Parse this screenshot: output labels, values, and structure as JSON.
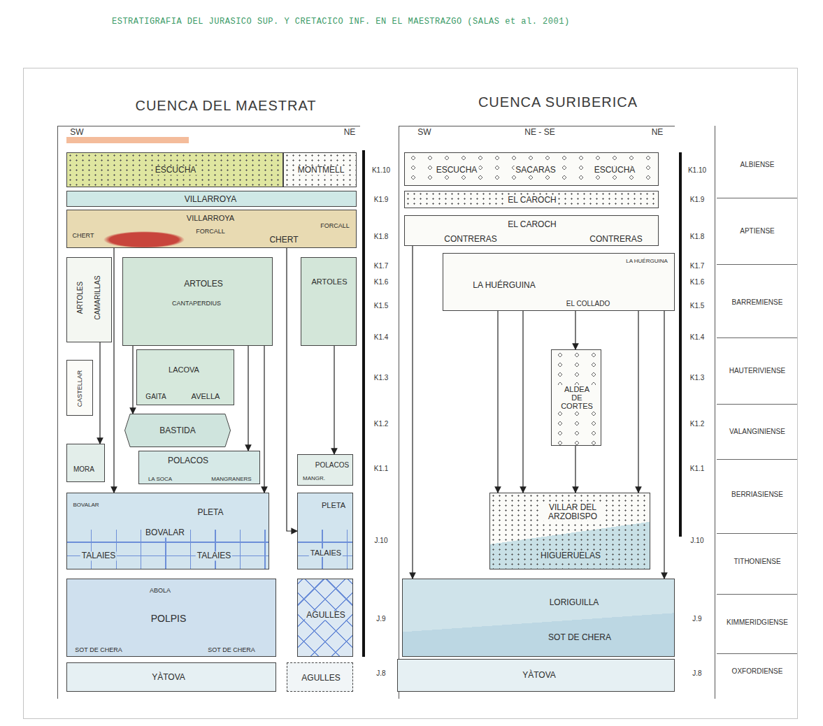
{
  "diagram": {
    "title": "ESTRATIGRAFIA DEL JURASICO SUP. Y CRETACICO INF. EN EL MAESTRAZGO (SALAS et al. 2001)",
    "nodes": [
      {
        "text": [
          "CUENCA DEL MAESTRAT"
        ]
      },
      {
        "text": [
          "ESCUCHA"
        ],
        "in": 0
      },
      {
        "text": [
          "MONTMELL"
        ],
        "in": 0
      },
      {
        "text": [
          "VILLARROYA"
        ],
        "in": 0
      },
      {
        "text": [
          "VILLARROYA",
          "CHERT",
          "FORCALL",
          "CHERT",
          "FORCALL"
        ],
        "in": 0
      },
      {
        "text": [
          "ARTOLES",
          "CAMARILLAS"
        ],
        "in": 0
      },
      {
        "text": [
          "ARTOLES",
          "CANTAPERDIUS"
        ],
        "in": 0
      },
      {
        "text": [
          "ARTOLES"
        ],
        "in": 0
      },
      {
        "text": [
          "CASTELLAR"
        ],
        "in": 0
      },
      {
        "text": [
          "LACOVA",
          "GAITA",
          "AVELLA"
        ],
        "in": 0
      },
      {
        "text": [
          "BASTIDA"
        ],
        "in": 0
      },
      {
        "text": [
          "MORA"
        ],
        "in": 0
      },
      {
        "text": [
          "POLACOS",
          "LA SOCA",
          "MANGRANERS"
        ],
        "in": 0
      },
      {
        "text": [
          "POLACOS",
          "MANGR."
        ],
        "in": 0
      },
      {
        "text": [
          "BOVALAR",
          "PLETA",
          "BOVALAR",
          "TALAIES",
          "TALAIES"
        ],
        "in": 0
      },
      {
        "text": [
          "PLETA",
          "TALAIES"
        ],
        "in": 0
      },
      {
        "text": [
          "ABOLA",
          "POLPIS",
          "SOT DE CHERA",
          "SOT DE CHERA"
        ],
        "in": 0
      },
      {
        "text": [
          "AGULLES"
        ],
        "in": 0
      },
      {
        "text": [
          "YÀTOVA"
        ],
        "in": 0
      },
      {
        "text": [
          "AGULLES"
        ],
        "in": 0
      },
      {
        "text": [
          "CUENCA SURIBERICA"
        ]
      },
      {
        "text": [
          "ESCUCHA",
          "SACARAS",
          "ESCUCHA"
        ],
        "in": 20
      },
      {
        "text": [
          "EL CAROCH"
        ],
        "in": 20
      },
      {
        "text": [
          "EL CAROCH",
          "CONTRERAS",
          "CONTRERAS"
        ],
        "in": 20
      },
      {
        "text": [
          "LA HUÉRGUINA",
          "LA HUÉRGUINA",
          "EL COLLADO"
        ],
        "in": 20
      },
      {
        "text": [
          "ALDEA DE CORTES"
        ],
        "in": 20
      },
      {
        "text": [
          "VILLAR DEL ARZOBISPO",
          "HIGUERUELAS"
        ],
        "in": 20
      },
      {
        "text": [
          "LORIGUILLA",
          "SOT DE CHERA"
        ],
        "in": 20
      },
      {
        "text": [
          "YÀTOVA"
        ],
        "in": 20
      }
    ],
    "edges": [
      {
        "from": 5,
        "to": 11,
        "arrow": "to"
      },
      {
        "from": 4,
        "to": 14,
        "arrow": "to"
      },
      {
        "from": 6,
        "to": 10,
        "arrow": "to"
      },
      {
        "from": 6,
        "to": 12,
        "arrow": "to"
      },
      {
        "from": 6,
        "to": 14,
        "arrow": "to"
      },
      {
        "from": 4,
        "to": 15,
        "arrow": "to"
      },
      {
        "from": 7,
        "to": 13,
        "arrow": "to"
      },
      {
        "from": 23,
        "to": 27,
        "arrow": "to"
      },
      {
        "from": 24,
        "to": 26,
        "arrow": "to"
      },
      {
        "from": 24,
        "to": 26,
        "arrow": "to"
      },
      {
        "from": 24,
        "to": 25,
        "arrow": "to"
      },
      {
        "from": 25,
        "to": 26,
        "arrow": "to"
      },
      {
        "from": 24,
        "to": 26,
        "arrow": "to"
      },
      {
        "from": 24,
        "to": 27,
        "arrow": "to"
      }
    ],
    "labels": [
      "SW",
      "NE",
      "K1.10",
      "K1.9",
      "K1.8",
      "K1.7",
      "K1.6",
      "K1.5",
      "K1.4",
      "K1.3",
      "K1.2",
      "K1.1",
      "J.10",
      "J.9",
      "J.8",
      "SW",
      "NE - SE",
      "NE",
      "K1.10",
      "K1.9",
      "K1.8",
      "K1.7",
      "K1.6",
      "K1.5",
      "K1.4",
      "K1.3",
      "K1.2",
      "K1.1",
      "J.10",
      "J.9",
      "J.8",
      "ALBIENSE",
      "APTIENSE",
      "BARREMIENSE",
      "HAUTERIVIENSE",
      "VALANGINIENSE",
      "BERRIASIENSE",
      "TITHONIENSE",
      "KIMMERIDGIENSE",
      "OXFORDIENSE"
    ]
  }
}
